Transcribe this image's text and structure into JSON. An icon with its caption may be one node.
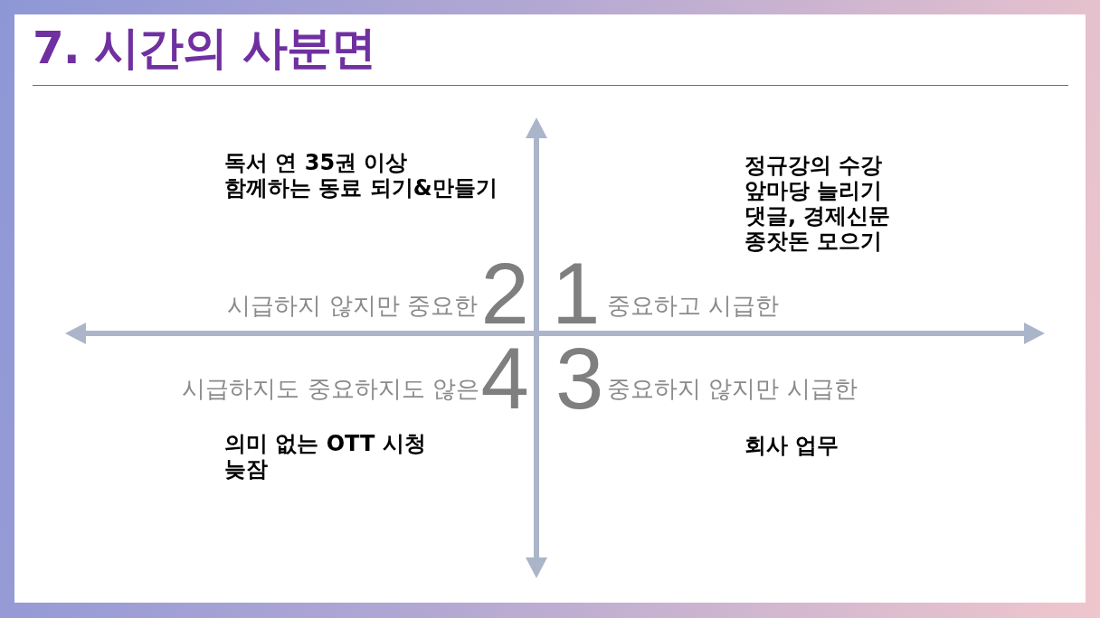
{
  "diagram": {
    "title": "7. 시간의 사분면",
    "labels": [
      "독서 연 35권 이상",
      "함께하는 동료 되기&만들기",
      "정규강의 수강",
      "앞마당 늘리기",
      "댓글, 경제신문",
      "종잣돈 모으기",
      "시급하지 않지만 중요한",
      "2",
      "1",
      "중요하고 시급한",
      "시급하지도 중요하지도 않은",
      "4",
      "3",
      "중요하지 않지만 시급한",
      "의미 없는 OTT 시청",
      "늦잠",
      "회사 업무"
    ]
  }
}
